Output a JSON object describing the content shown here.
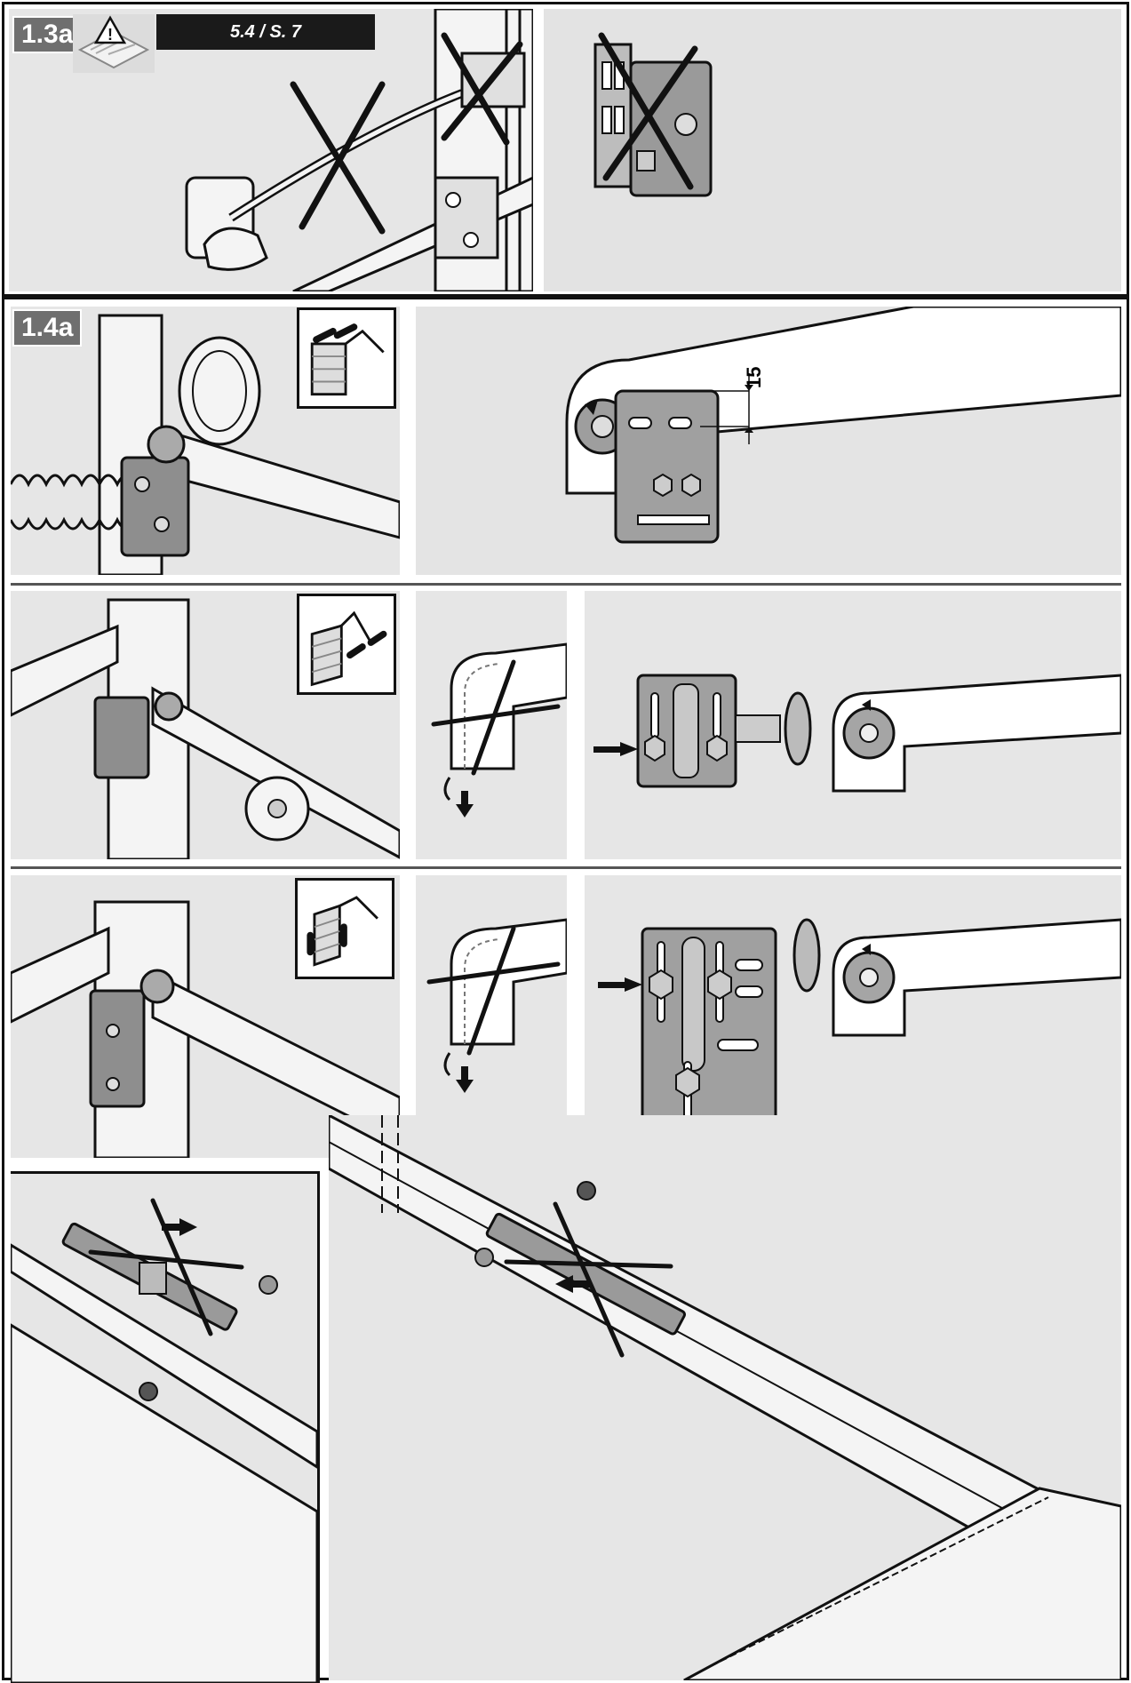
{
  "step_1_3": {
    "label": "1.3a",
    "reference": "5.4 / S. 7",
    "icon": "manual-warning-icon"
  },
  "step_1_4": {
    "label": "1.4a",
    "dimension": "15",
    "crossed_out_icon": "prohibited-x-mark",
    "arrow_icon": "black-arrow"
  }
}
